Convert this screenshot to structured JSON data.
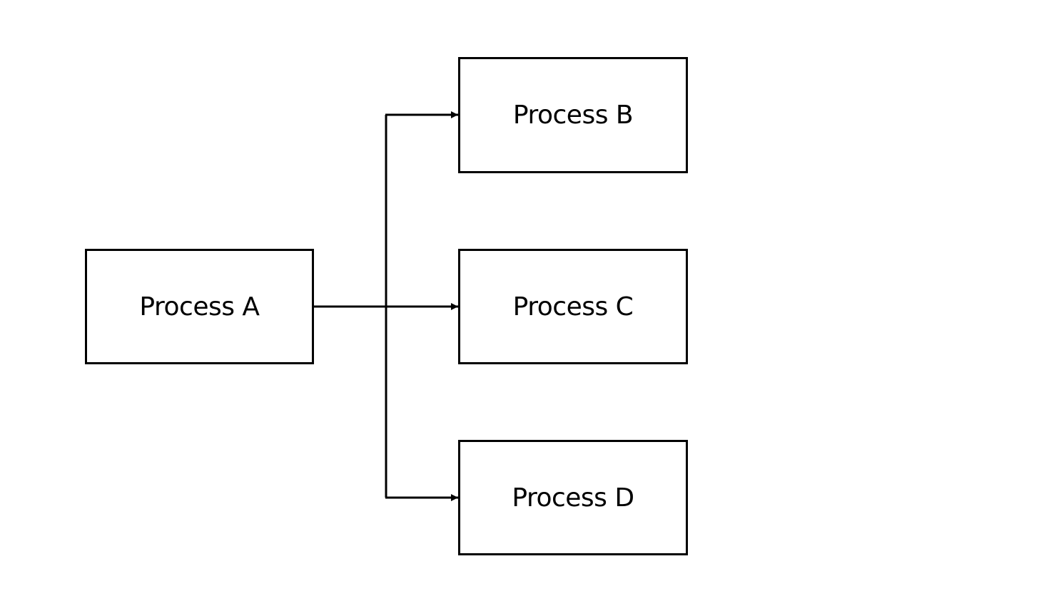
{
  "diagram": {
    "nodes": [
      {
        "id": "a",
        "label": "Process A"
      },
      {
        "id": "b",
        "label": "Process B"
      },
      {
        "id": "c",
        "label": "Process C"
      },
      {
        "id": "d",
        "label": "Process D"
      }
    ],
    "edges": [
      {
        "from": "a",
        "to": "b"
      },
      {
        "from": "a",
        "to": "c"
      },
      {
        "from": "a",
        "to": "d"
      }
    ],
    "colors": {
      "stroke": "#000000",
      "text": "#000000",
      "background": "#ffffff"
    }
  }
}
